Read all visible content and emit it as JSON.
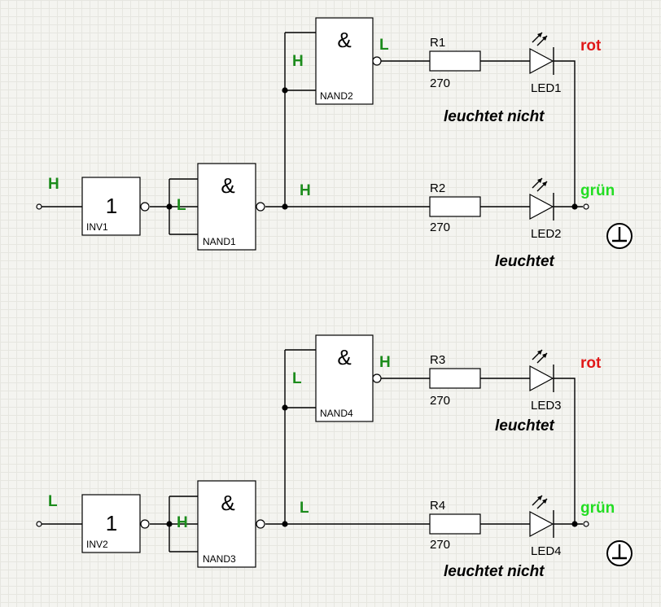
{
  "colors": {
    "level": "#1c8c1c",
    "rot": "#e01818",
    "gruen": "#22dd22",
    "wire": "#000000"
  },
  "circuits": [
    {
      "input_level": "H",
      "inverter": {
        "symbol": "1",
        "name": "INV1"
      },
      "inv_out_level": "L",
      "nand_drive": {
        "symbol": "&",
        "name": "NAND1"
      },
      "nand_drive_out_level": "H",
      "nand_top_in_level": "H",
      "nand_top": {
        "symbol": "&",
        "name": "NAND2"
      },
      "nand_top_out_level": "L",
      "top_resistor": {
        "name": "R1",
        "value": "270"
      },
      "bottom_resistor": {
        "name": "R2",
        "value": "270"
      },
      "top_led": {
        "name": "LED1",
        "color_label": "rot",
        "status": "leuchtet nicht"
      },
      "bottom_led": {
        "name": "LED2",
        "color_label": "grün",
        "status": "leuchtet"
      },
      "ground_icon": "ground-icon"
    },
    {
      "input_level": "L",
      "inverter": {
        "symbol": "1",
        "name": "INV2"
      },
      "inv_out_level": "H",
      "nand_drive": {
        "symbol": "&",
        "name": "NAND3"
      },
      "nand_drive_out_level": "L",
      "nand_top_in_level": "L",
      "nand_top": {
        "symbol": "&",
        "name": "NAND4"
      },
      "nand_top_out_level": "H",
      "top_resistor": {
        "name": "R3",
        "value": "270"
      },
      "bottom_resistor": {
        "name": "R4",
        "value": "270"
      },
      "top_led": {
        "name": "LED3",
        "color_label": "rot",
        "status": "leuchtet"
      },
      "bottom_led": {
        "name": "LED4",
        "color_label": "grün",
        "status": "leuchtet nicht"
      },
      "ground_icon": "ground-icon"
    }
  ]
}
